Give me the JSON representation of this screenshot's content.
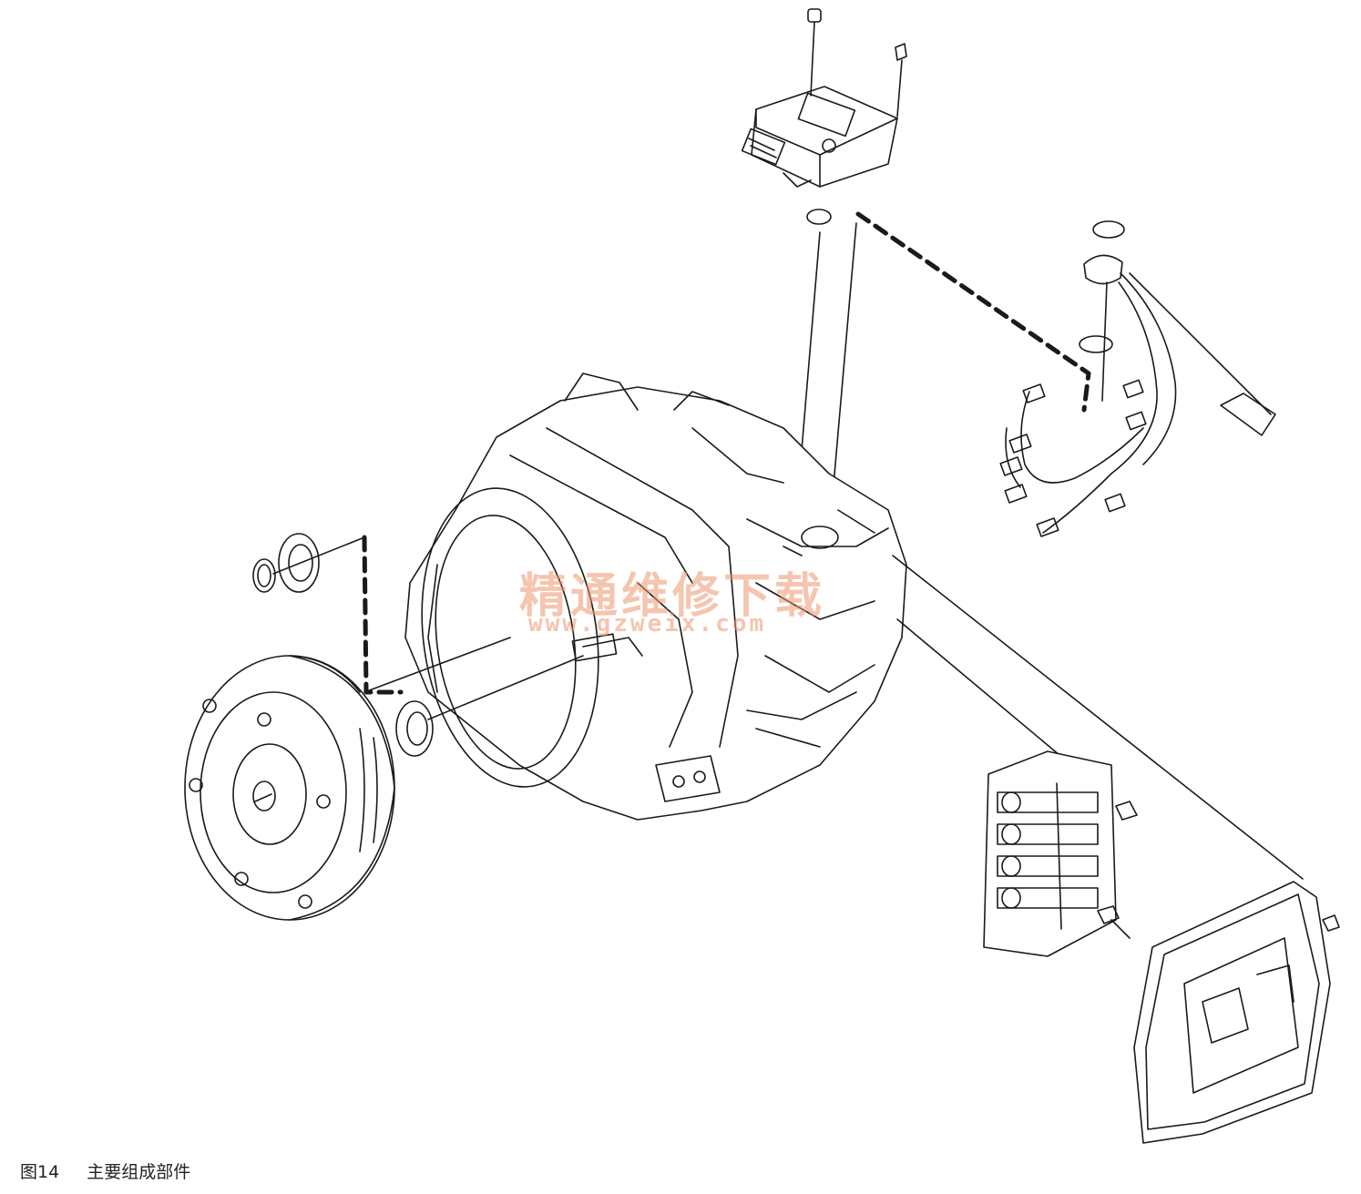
{
  "caption": {
    "figure": "图14",
    "text": "主要组成部件"
  },
  "watermark": {
    "cn": "精通维修下载",
    "url": "www.gzweix.com"
  },
  "colors": {
    "line": "#1a1a1a",
    "watermark": "#ec966e",
    "background": "#ffffff"
  }
}
